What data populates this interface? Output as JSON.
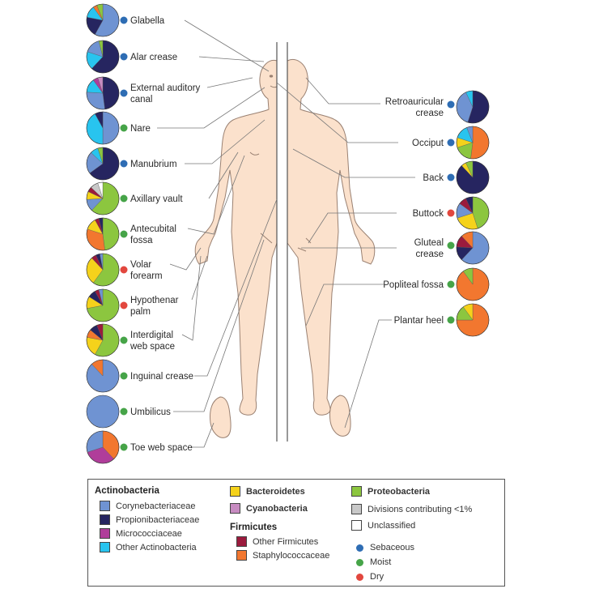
{
  "colors": {
    "corynebacteriaceae": "#6f93d2",
    "propionibacteriaceae": "#262560",
    "micrococciaceae": "#b03d9a",
    "other_actinobacteria": "#28c4ef",
    "bacteroidetes": "#f5d21b",
    "cyanobacteria": "#c78bc1",
    "other_firmicutes": "#9b1b3d",
    "staphylococcaceae": "#f2772f",
    "proteobacteria": "#8cc63f",
    "divisions_lt1": "#c8c8c8",
    "unclassified": "#ffffff",
    "sebaceous": "#2e6db4",
    "moist": "#46a448",
    "dry": "#e2473e",
    "body": "#fbe1cc"
  },
  "legend": {
    "actinobacteria_heading": "Actinobacteria",
    "corynebacteriaceae": "Corynebacteriaceae",
    "propionibacteriaceae": "Propionibacteriaceae",
    "micrococciaceae": "Micrococciaceae",
    "other_actinobacteria": "Other Actinobacteria",
    "bacteroidetes": "Bacteroidetes",
    "cyanobacteria": "Cyanobacteria",
    "firmicutes_heading": "Firmicutes",
    "other_firmicutes": "Other Firmicutes",
    "staphylococcaceae": "Staphylococcaceae",
    "proteobacteria": "Proteobacteria",
    "divisions_lt1": "Divisions contributing <1%",
    "unclassified": "Unclassified",
    "sebaceous": "Sebaceous",
    "moist": "Moist",
    "dry": "Dry"
  },
  "sites_left": [
    {
      "lines": [
        "Glabella"
      ],
      "type": "sebaceous",
      "composition": {
        "corynebacteriaceae": 58,
        "propionibacteriaceae": 20,
        "other_actinobacteria": 12,
        "staphylococcaceae": 4,
        "proteobacteria": 6
      }
    },
    {
      "lines": [
        "Alar crease"
      ],
      "type": "sebaceous",
      "composition": {
        "propionibacteriaceae": 62,
        "other_actinobacteria": 18,
        "corynebacteriaceae": 16,
        "proteobacteria": 4
      }
    },
    {
      "lines": [
        "External auditory",
        "canal"
      ],
      "type": "sebaceous",
      "composition": {
        "propionibacteriaceae": 48,
        "corynebacteriaceae": 28,
        "other_actinobacteria": 14,
        "micrococciaceae": 5,
        "cyanobacteria": 5
      }
    },
    {
      "lines": [
        "Nare"
      ],
      "type": "moist",
      "composition": {
        "corynebacteriaceae": 50,
        "other_actinobacteria": 42,
        "propionibacteriaceae": 8
      }
    },
    {
      "lines": [
        "Manubrium"
      ],
      "type": "sebaceous",
      "composition": {
        "propionibacteriaceae": 65,
        "corynebacteriaceae": 22,
        "other_actinobacteria": 8,
        "proteobacteria": 5
      }
    },
    {
      "lines": [
        "Axillary vault"
      ],
      "type": "moist",
      "composition": {
        "proteobacteria": 62,
        "corynebacteriaceae": 12,
        "bacteroidetes": 8,
        "other_firmicutes": 5,
        "divisions_lt1": 8,
        "unclassified": 5
      }
    },
    {
      "lines": [
        "Antecubital",
        "fossa"
      ],
      "type": "moist",
      "composition": {
        "proteobacteria": 48,
        "staphylococcaceae": 32,
        "bacteroidetes": 12,
        "other_firmicutes": 4,
        "propionibacteriaceae": 4
      }
    },
    {
      "lines": [
        "Volar",
        "forearm"
      ],
      "type": "dry",
      "composition": {
        "proteobacteria": 60,
        "bacteroidetes": 28,
        "other_firmicutes": 5,
        "propionibacteriaceae": 4,
        "corynebacteriaceae": 3
      }
    },
    {
      "lines": [
        "Hypothenar",
        "palm"
      ],
      "type": "dry",
      "composition": {
        "proteobacteria": 72,
        "bacteroidetes": 12,
        "propionibacteriaceae": 8,
        "other_firmicutes": 4,
        "corynebacteriaceae": 4
      }
    },
    {
      "lines": [
        "Interdigital",
        "web space"
      ],
      "type": "moist",
      "composition": {
        "proteobacteria": 58,
        "bacteroidetes": 20,
        "staphylococcaceae": 8,
        "propionibacteriaceae": 8,
        "other_firmicutes": 6
      }
    },
    {
      "lines": [
        "Inguinal crease"
      ],
      "type": "moist",
      "composition": {
        "corynebacteriaceae": 88,
        "staphylococcaceae": 12
      }
    },
    {
      "lines": [
        "Umbilicus"
      ],
      "type": "moist",
      "composition": {
        "corynebacteriaceae": 100
      }
    },
    {
      "lines": [
        "Toe web space"
      ],
      "type": "moist",
      "composition": {
        "staphylococcaceae": 38,
        "micrococciaceae": 32,
        "corynebacteriaceae": 30
      }
    }
  ],
  "sites_right": [
    {
      "lines": [
        "Retroauricular",
        "crease"
      ],
      "type": "sebaceous",
      "composition": {
        "propionibacteriaceae": 55,
        "corynebacteriaceae": 38,
        "other_actinobacteria": 7
      }
    },
    {
      "lines": [
        "Occiput"
      ],
      "type": "sebaceous",
      "composition": {
        "staphylococcaceae": 52,
        "proteobacteria": 18,
        "bacteroidetes": 10,
        "other_actinobacteria": 14,
        "corynebacteriaceae": 6
      }
    },
    {
      "lines": [
        "Back"
      ],
      "type": "sebaceous",
      "composition": {
        "propionibacteriaceae": 88,
        "bacteroidetes": 5,
        "proteobacteria": 7
      }
    },
    {
      "lines": [
        "Buttock"
      ],
      "type": "dry",
      "composition": {
        "proteobacteria": 45,
        "bacteroidetes": 25,
        "corynebacteriaceae": 15,
        "other_firmicutes": 8,
        "propionibacteriaceae": 7
      }
    },
    {
      "lines": [
        "Gluteal",
        "crease"
      ],
      "type": "moist",
      "composition": {
        "corynebacteriaceae": 62,
        "propionibacteriaceae": 14,
        "other_firmicutes": 12,
        "staphylococcaceae": 12
      }
    },
    {
      "lines": [
        "Popliteal fossa"
      ],
      "type": "moist",
      "composition": {
        "staphylococcaceae": 90,
        "proteobacteria": 10
      }
    },
    {
      "lines": [
        "Plantar heel"
      ],
      "type": "moist",
      "composition": {
        "staphylococcaceae": 75,
        "proteobacteria": 15,
        "bacteroidetes": 10
      }
    }
  ]
}
